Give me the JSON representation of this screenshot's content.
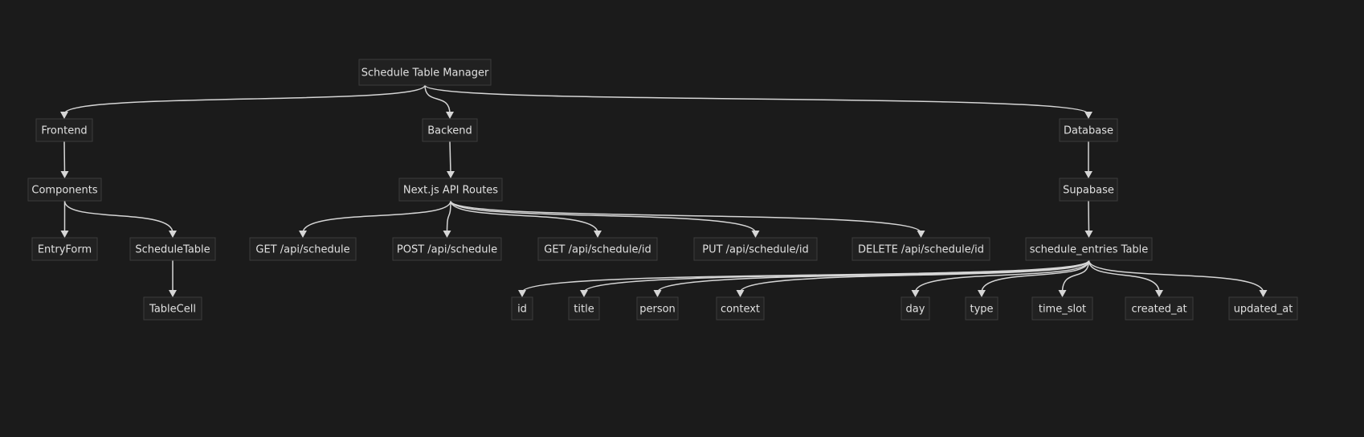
{
  "nodes": [
    {
      "id": "root",
      "label": "Schedule Table Manager"
    },
    {
      "id": "frontend",
      "label": "Frontend"
    },
    {
      "id": "backend",
      "label": "Backend"
    },
    {
      "id": "database",
      "label": "Database"
    },
    {
      "id": "components",
      "label": "Components"
    },
    {
      "id": "api_routes",
      "label": "Next.js API Routes"
    },
    {
      "id": "supabase",
      "label": "Supabase"
    },
    {
      "id": "entry_form",
      "label": "EntryForm"
    },
    {
      "id": "schedule_table",
      "label": "ScheduleTable"
    },
    {
      "id": "get_schedule",
      "label": "GET /api/schedule"
    },
    {
      "id": "post_schedule",
      "label": "POST /api/schedule"
    },
    {
      "id": "get_schedule_id",
      "label": "GET /api/schedule/id"
    },
    {
      "id": "put_schedule_id",
      "label": "PUT /api/schedule/id"
    },
    {
      "id": "delete_schedule_id",
      "label": "DELETE /api/schedule/id"
    },
    {
      "id": "entries_table",
      "label": "schedule_entries Table"
    },
    {
      "id": "table_cell",
      "label": "TableCell"
    },
    {
      "id": "col_id",
      "label": "id"
    },
    {
      "id": "col_title",
      "label": "title"
    },
    {
      "id": "col_person",
      "label": "person"
    },
    {
      "id": "col_context",
      "label": "context"
    },
    {
      "id": "col_day",
      "label": "day"
    },
    {
      "id": "col_type",
      "label": "type"
    },
    {
      "id": "col_time_slot",
      "label": "time_slot"
    },
    {
      "id": "col_created_at",
      "label": "created_at"
    },
    {
      "id": "col_updated_at",
      "label": "updated_at"
    }
  ],
  "edges": [
    {
      "from": "root",
      "to": "frontend"
    },
    {
      "from": "root",
      "to": "backend"
    },
    {
      "from": "root",
      "to": "database"
    },
    {
      "from": "frontend",
      "to": "components"
    },
    {
      "from": "backend",
      "to": "api_routes"
    },
    {
      "from": "database",
      "to": "supabase"
    },
    {
      "from": "components",
      "to": "entry_form"
    },
    {
      "from": "components",
      "to": "schedule_table"
    },
    {
      "from": "schedule_table",
      "to": "table_cell"
    },
    {
      "from": "api_routes",
      "to": "get_schedule"
    },
    {
      "from": "api_routes",
      "to": "post_schedule"
    },
    {
      "from": "api_routes",
      "to": "get_schedule_id"
    },
    {
      "from": "api_routes",
      "to": "put_schedule_id"
    },
    {
      "from": "api_routes",
      "to": "delete_schedule_id"
    },
    {
      "from": "supabase",
      "to": "entries_table"
    },
    {
      "from": "entries_table",
      "to": "col_id"
    },
    {
      "from": "entries_table",
      "to": "col_title"
    },
    {
      "from": "entries_table",
      "to": "col_person"
    },
    {
      "from": "entries_table",
      "to": "col_context"
    },
    {
      "from": "entries_table",
      "to": "col_day"
    },
    {
      "from": "entries_table",
      "to": "col_type"
    },
    {
      "from": "entries_table",
      "to": "col_time_slot"
    },
    {
      "from": "entries_table",
      "to": "col_created_at"
    },
    {
      "from": "entries_table",
      "to": "col_updated_at"
    }
  ],
  "colors": {
    "background": "#1b1b1b",
    "node_fill": "#212121",
    "node_border": "#3c3c3c",
    "edge": "#d6d6d6",
    "text": "#e0e0e0"
  }
}
